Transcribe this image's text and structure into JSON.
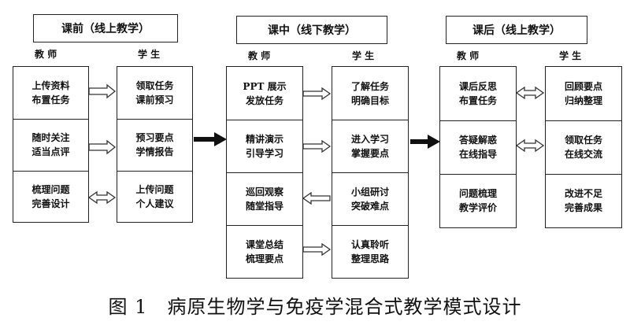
{
  "phases": [
    {
      "title": "课前（线上教学）",
      "teacher_label": "教 师",
      "student_label": "学 生",
      "teacher_items": [
        [
          "上传资料",
          "布置任务"
        ],
        [
          "随时关注",
          "适当点评"
        ],
        [
          "梳理问题",
          "完善设计"
        ]
      ],
      "student_items": [
        [
          "领取任务",
          "课前预习"
        ],
        [
          "预习要点",
          "学情报告"
        ],
        [
          "上传问题",
          "个人建议"
        ]
      ]
    },
    {
      "title": "课中（线下教学）",
      "teacher_label": "教 师",
      "student_label": "学 生",
      "teacher_items": [
        [
          "PPT 展示",
          "发放任务"
        ],
        [
          "精讲演示",
          "引导学习"
        ],
        [
          "巡回观察",
          "随堂指导"
        ],
        [
          "课堂总结",
          "梳理要点"
        ]
      ],
      "student_items": [
        [
          "了解任务",
          "明确目标"
        ],
        [
          "进入学习",
          "掌握要点"
        ],
        [
          "小组研讨",
          "突破难点"
        ],
        [
          "认真聆听",
          "整理思路"
        ]
      ]
    },
    {
      "title": "课后（线上教学）",
      "teacher_label": "教 师",
      "student_label": "学 生",
      "teacher_items": [
        [
          "课后反思",
          "布置任务"
        ],
        [
          "答疑解惑",
          "在线指导"
        ],
        [
          "问题梳理",
          "教学评价"
        ]
      ],
      "student_items": [
        [
          "回顾要点",
          "归纳整理"
        ],
        [
          "领取任务",
          "在线交流"
        ],
        [
          "改进不足",
          "完善成果"
        ]
      ]
    }
  ],
  "caption": "图 1　病原生物学与免疫学混合式教学模式设计"
}
